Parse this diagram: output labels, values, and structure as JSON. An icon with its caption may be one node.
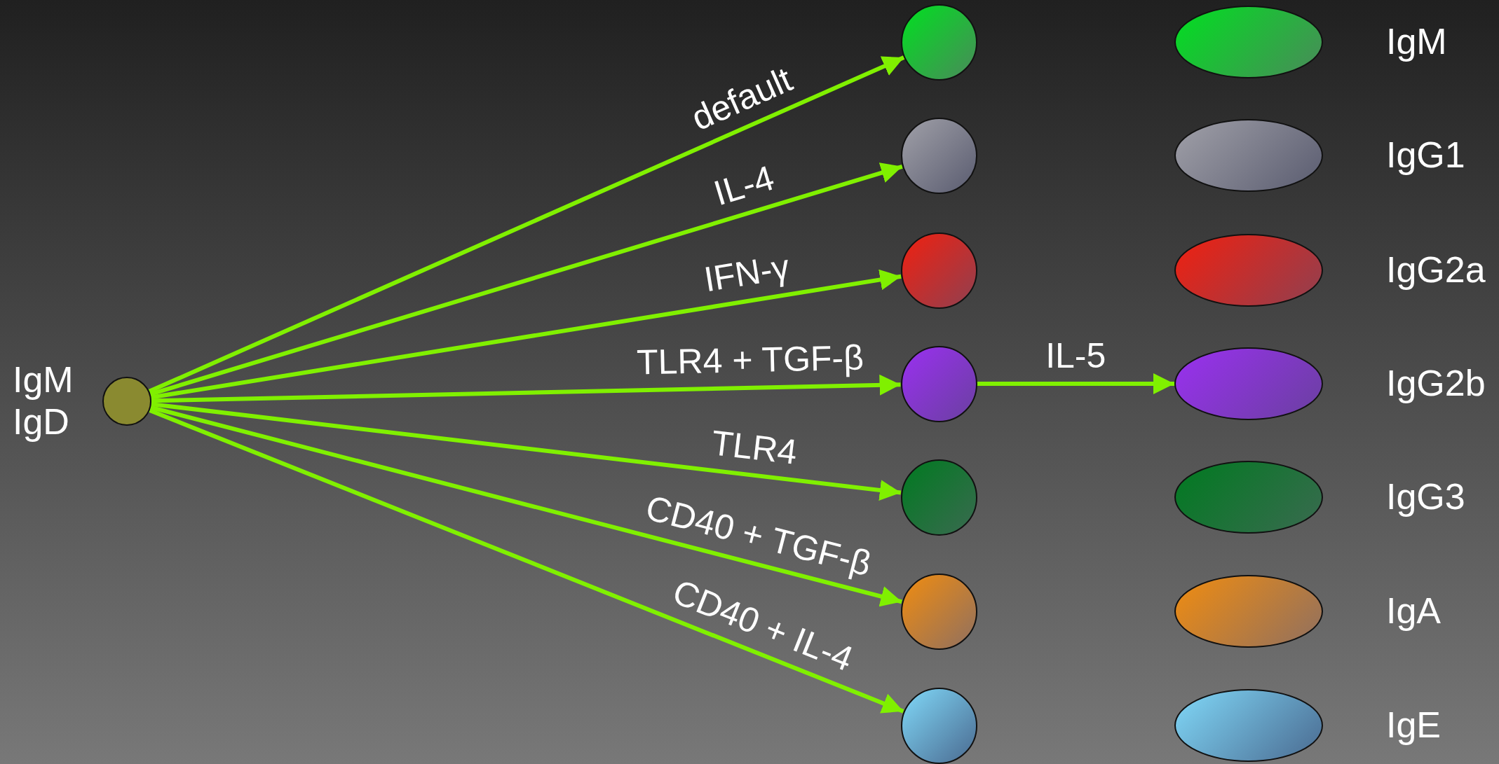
{
  "diagram": {
    "nodes": [
      {
        "text": [],
        "shape": "circle",
        "beside": [
          "IgM IgD"
        ]
      },
      {
        "text": [],
        "shape": "circle"
      },
      {
        "text": [],
        "shape": "circle"
      },
      {
        "text": [],
        "shape": "circle"
      },
      {
        "text": [],
        "shape": "circle"
      },
      {
        "text": [],
        "shape": "circle"
      },
      {
        "text": [],
        "shape": "circle"
      },
      {
        "text": [],
        "shape": "circle"
      },
      {
        "text": [],
        "shape": "ellipse",
        "beside": [
          "IgM"
        ]
      },
      {
        "text": [],
        "shape": "ellipse",
        "beside": [
          "IgG1"
        ]
      },
      {
        "text": [],
        "shape": "ellipse",
        "beside": [
          "IgG2a"
        ]
      },
      {
        "text": [],
        "shape": "ellipse",
        "beside": [
          "IgG2b"
        ]
      },
      {
        "text": [],
        "shape": "ellipse",
        "beside": [
          "IgG3"
        ]
      },
      {
        "text": [],
        "shape": "ellipse",
        "beside": [
          "IgA"
        ]
      },
      {
        "text": [],
        "shape": "ellipse",
        "beside": [
          "IgE"
        ]
      }
    ],
    "edges": [
      {
        "from": 0,
        "to": 1,
        "arrow": "to",
        "label": "default"
      },
      {
        "from": 0,
        "to": 2,
        "arrow": "to",
        "label": "IL-4"
      },
      {
        "from": 0,
        "to": 3,
        "arrow": "to",
        "label": "IFN-γ"
      },
      {
        "from": 0,
        "to": 4,
        "arrow": "to",
        "label": "TLR4 + TGF-β"
      },
      {
        "from": 0,
        "to": 5,
        "arrow": "to",
        "label": "TLR4"
      },
      {
        "from": 0,
        "to": 6,
        "arrow": "to",
        "label": "CD40 + TGF-β"
      },
      {
        "from": 0,
        "to": 7,
        "arrow": "to",
        "label": "CD40 + IL-4"
      },
      {
        "from": 4,
        "to": 11,
        "arrow": "to",
        "label": "IL-5"
      }
    ]
  }
}
